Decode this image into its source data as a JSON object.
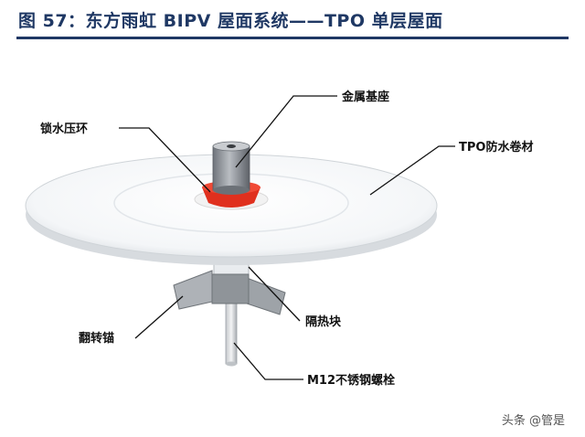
{
  "header": {
    "title": "图 57：东方雨虹 BIPV 屋面系统——TPO 单层屋面"
  },
  "labels": {
    "metal_base": "金属基座",
    "lock_ring": "锁水压环",
    "tpo_membrane": "TPO防水卷材",
    "insulation_block": "隔热块",
    "flip_anchor": "翻转锚",
    "bolt": "M12不锈钢螺栓"
  },
  "footer": {
    "watermark": "头条 @管是"
  },
  "colors": {
    "title": "#1f3864",
    "ring_red": "#e0301e",
    "metal_grey": "#8a8f96"
  }
}
